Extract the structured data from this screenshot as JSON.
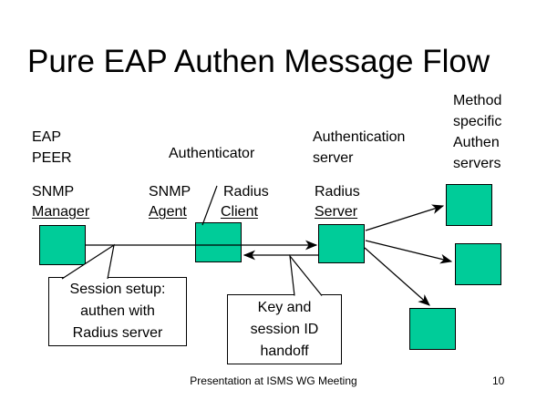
{
  "title": "Pure EAP Authen Message Flow",
  "column_headers": {
    "eap_peer": [
      "EAP",
      "PEER"
    ],
    "authenticator": "Authenticator",
    "authentication_server": [
      "Authentication",
      "server"
    ],
    "method_servers": [
      "Method",
      "specific",
      "Authen",
      "servers"
    ]
  },
  "nodes": {
    "snmp_manager": {
      "top": "SNMP",
      "bottom": "Manager"
    },
    "snmp_agent": {
      "top": "SNMP",
      "bottom": "Agent"
    },
    "radius_client": {
      "top": "Radius",
      "bottom": "Client"
    },
    "radius_server": {
      "top": "Radius",
      "bottom": "Server"
    }
  },
  "callouts": {
    "session_setup": [
      "Session setup:",
      "authen with",
      "Radius server"
    ],
    "key_handoff": [
      "Key and",
      "session ID",
      "handoff"
    ]
  },
  "footer": {
    "text": "Presentation at ISMS WG Meeting",
    "page_number": "10"
  },
  "colors": {
    "node_fill": "#00CC99",
    "line": "#000000",
    "background": "#FFFFFF"
  }
}
